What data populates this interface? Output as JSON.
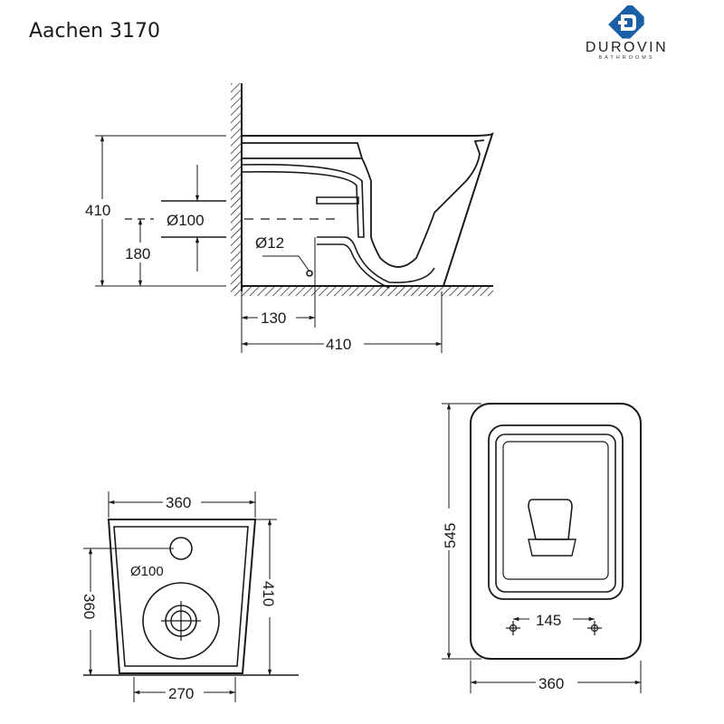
{
  "title": "Aachen 3170",
  "brand": {
    "name": "DUROVIN",
    "sub": "BATHROOMS",
    "accent": "#1a5fa8"
  },
  "side_view": {
    "height_total": "410",
    "waste_height": "180",
    "waste_diameter": "Ø100",
    "inlet_diameter": "Ø12",
    "inlet_offset": "130",
    "depth": "410"
  },
  "front_view": {
    "top_width": "360",
    "bottom_width": "270",
    "height_left": "360",
    "height_right": "410",
    "waste_diameter": "Ø100"
  },
  "top_view": {
    "length": "545",
    "width": "360",
    "fixing_spacing": "145"
  }
}
